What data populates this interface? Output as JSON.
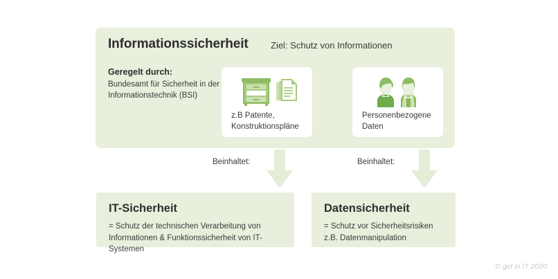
{
  "panel": {
    "title": "Informationssicherheit",
    "goal": "Ziel: Schutz von Informationen",
    "regulated_heading": "Geregelt durch:",
    "regulated_body": "Bundesamt für Sicherheit in der Informationstechnik (BSI)",
    "background_color": "#e8efdc"
  },
  "cards": [
    {
      "icon": "filing-cabinet-documents-icon",
      "label": "z.B Patente, Konstruktionspläne"
    },
    {
      "icon": "two-people-icon",
      "label": "Personenbezogene Daten"
    }
  ],
  "connectors": [
    {
      "label": "Beinhaltet:",
      "icon": "arrow-down-icon"
    },
    {
      "label": "Beinhaltet:",
      "icon": "arrow-down-icon"
    }
  ],
  "bottom_boxes": [
    {
      "title": "IT-Sicherheit",
      "body": "= Schutz der technischen Verarbeitung von Informationen & Funktionssicherheit von IT-Systemen"
    },
    {
      "title": "Datensicherheit",
      "body": "= Schutz vor Sicherheitsrisiken z.B. Datenmanipulation"
    }
  ],
  "footer": {
    "credit": "© get in IT 2020"
  },
  "colors": {
    "panel_green": "#e8efdc",
    "arrow_green": "#e4edd6",
    "icon_green_dark": "#7fb35a",
    "icon_green_mid": "#a8cc7e",
    "icon_green_light": "#cde0b3",
    "text_dark": "#2e2e2e",
    "credit_gray": "#c6c9cc"
  }
}
